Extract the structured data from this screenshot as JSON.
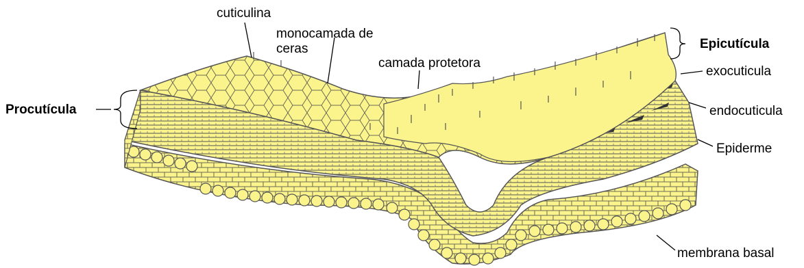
{
  "labels": {
    "cuticulina": "cuticulina",
    "monocamada_line1": "monocamada de",
    "monocamada_line2": "ceras",
    "camada_protetora": "camada protetora",
    "epicuticula": "Epicutícula",
    "exocuticula": "exocuticula",
    "endocuticula": "endocuticula",
    "epiderme": "Epiderme",
    "procuticula": "Procutícula",
    "membrana_basal": "membrana basal"
  },
  "colors": {
    "tissue_fill": "#fbf48c",
    "outline": "#555555",
    "dark_fibres": "#333333",
    "label_text": "#000000"
  }
}
